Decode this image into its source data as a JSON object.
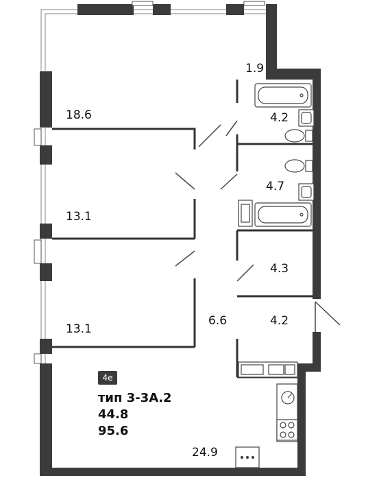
{
  "rooms": {
    "living_1": "18.6",
    "balcony": "1.9",
    "bath_1": "4.2",
    "bath_2": "4.7",
    "bedroom_1": "13.1",
    "bedroom_2": "13.1",
    "storage": "4.3",
    "hall": "6.6",
    "entrance": "4.2",
    "kitchen_living": "24.9"
  },
  "info": {
    "badge": "4е",
    "type_label": "тип 3-3А.2",
    "living_area": "44.8",
    "total_area": "95.6"
  },
  "colors": {
    "wall": "#3b3b3b",
    "line": "#555555",
    "window": "#9a9a9a"
  }
}
